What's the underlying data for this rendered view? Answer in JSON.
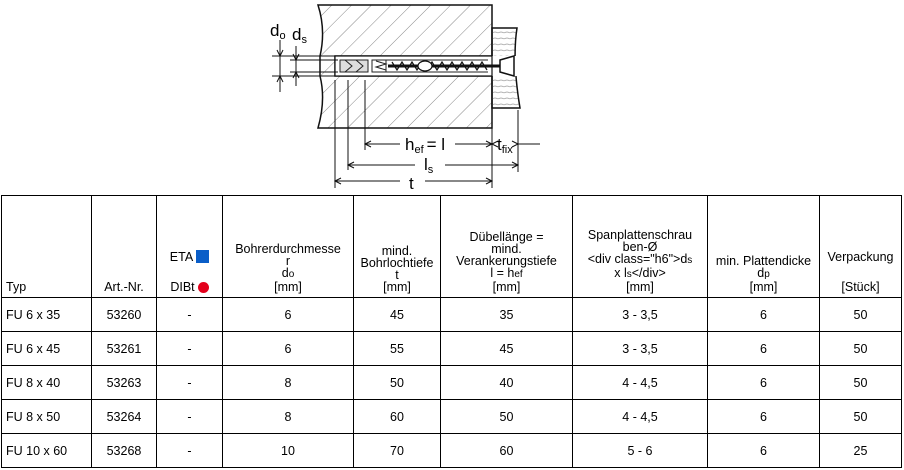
{
  "diagram": {
    "labels": {
      "d0_main": "d",
      "d0_sub": "o",
      "ds_main": "d",
      "ds_sub": "s",
      "hef_main": "h",
      "hef_sub": "ef",
      "hef_eq": "= l",
      "tfix_main": "t",
      "tfix_sub": "fix",
      "ls_main": "l",
      "ls_sub": "s",
      "t": "t"
    }
  },
  "table": {
    "headers": {
      "typ": "Typ",
      "art": "Art.-Nr.",
      "eta": "ETA",
      "dibt": "DIBt",
      "bohr": [
        "Bohrerdurchmesse",
        "r",
        "d",
        "o",
        "[mm]"
      ],
      "tiefe": [
        "mind.",
        "Bohrlochtiefe",
        "t",
        "[mm]"
      ],
      "duebel": [
        "Dübellänge =",
        "mind.",
        "Verankerungstiefe",
        "l = h",
        "ef",
        "[mm]"
      ],
      "schraube": [
        "Spanplattenschrau",
        "ben-Ø",
        "<div class=\"h6\">d",
        "s",
        "x l",
        "s",
        "</div>",
        "[mm]"
      ],
      "platte": [
        "min. Plattendicke",
        "d",
        "p",
        "[mm]"
      ],
      "verp": [
        "Verpackung",
        "[Stück]"
      ]
    },
    "rows": [
      {
        "typ": "FU 6 x 35",
        "art": "53260",
        "app": "-",
        "bohr": "6",
        "tiefe": "45",
        "duebel": "35",
        "schraube": "3 - 3,5",
        "platte": "6",
        "verp": "50"
      },
      {
        "typ": "FU 6 x 45",
        "art": "53261",
        "app": "-",
        "bohr": "6",
        "tiefe": "55",
        "duebel": "45",
        "schraube": "3 - 3,5",
        "platte": "6",
        "verp": "50"
      },
      {
        "typ": "FU 8 x 40",
        "art": "53263",
        "app": "-",
        "bohr": "8",
        "tiefe": "50",
        "duebel": "40",
        "schraube": "4 - 4,5",
        "platte": "6",
        "verp": "50"
      },
      {
        "typ": "FU 8 x 50",
        "art": "53264",
        "app": "-",
        "bohr": "8",
        "tiefe": "60",
        "duebel": "50",
        "schraube": "4 - 4,5",
        "platte": "6",
        "verp": "50"
      },
      {
        "typ": "FU 10 x 60",
        "art": "53268",
        "app": "-",
        "bohr": "10",
        "tiefe": "70",
        "duebel": "60",
        "schraube": "5 - 6",
        "platte": "6",
        "verp": "25"
      }
    ],
    "colors": {
      "eta": "#0a5ec8",
      "dibt": "#e3001b"
    }
  }
}
